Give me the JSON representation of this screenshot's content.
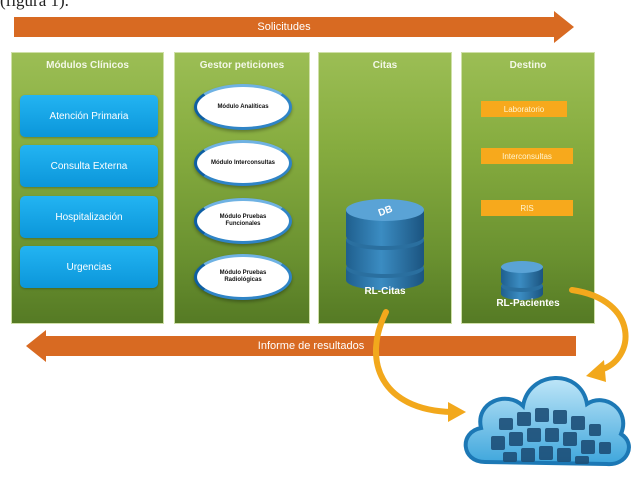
{
  "caption": "(figura 1).",
  "top_arrow": {
    "label": "Solicitudes"
  },
  "bottom_arrow": {
    "label": "Informe de resultados"
  },
  "panels": {
    "clinical": {
      "title": "Módulos Clínicos",
      "buttons": [
        "Atención Primaria",
        "Consulta Externa",
        "Hospitalización",
        "Urgencias"
      ]
    },
    "requests": {
      "title": "Gestor peticiones",
      "modules": [
        "Módulo Analíticas",
        "Módulo Interconsultas",
        "Módulo Pruebas Funcionales",
        "Módulo Pruebas Radiológicas"
      ]
    },
    "appointments": {
      "title": "Citas",
      "db_badge": "DB",
      "db_label": "RL-Citas"
    },
    "destination": {
      "title": "Destino",
      "tags": [
        "Laboratorio",
        "Interconsultas",
        "RIS"
      ],
      "db_label": "RL-Pacientes"
    }
  },
  "colors": {
    "arrow": "#d86a22",
    "panel_green": "#86ac3f",
    "button_blue": "#1aa6e8",
    "tag_orange": "#f7a91c",
    "db_blue": "#2e76a6",
    "curve_orange": "#f2a81c"
  },
  "icons": [
    "database-icon",
    "cloud-apps-icon",
    "curved-arrow-icon"
  ]
}
